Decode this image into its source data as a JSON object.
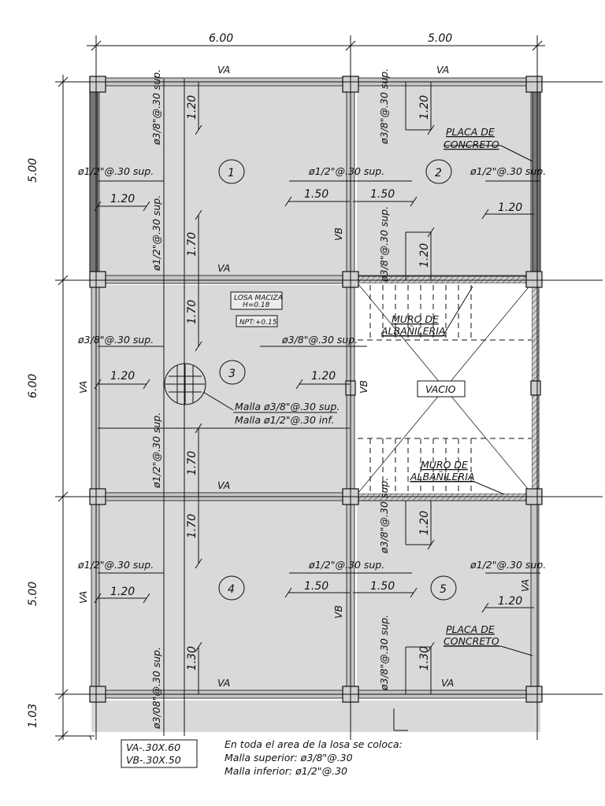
{
  "dimensions": {
    "top_span_1": "6.00",
    "top_span_2": "5.00",
    "left_span_1": "5.00",
    "left_span_2": "6.00",
    "left_span_3": "5.00",
    "left_span_4": "1.03"
  },
  "slab_numbers": [
    "1",
    "2",
    "3",
    "4",
    "5"
  ],
  "beams": {
    "va": "VA",
    "vb": "VB"
  },
  "rebar": {
    "bar_3_8": "ø3/8\"@.30 sup.",
    "bar_1_2": "ø1/2\"@.30 sup.",
    "bar_3_08": "ø3/08\"@.30 sup."
  },
  "lengths": {
    "l120": "1.20",
    "l150": "1.50",
    "l170": "1.70",
    "l130": "1.30"
  },
  "labels": {
    "placa_1": "PLACA DE",
    "placa_2": "CONCRETO",
    "muro_1": "MURO DE",
    "muro_2": "ALBAÑILERIA",
    "vacio": "VACIO",
    "losa_1": "LOSA MACIZA",
    "losa_2": "H=0.18",
    "npt": "NPT:+0.15",
    "malla_sup": "Malla ø3/8\"@.30 sup.",
    "malla_inf": "Malla ø1/2\"@.30 inf."
  },
  "legend": {
    "va": "VA-.30X.60",
    "vb": "VB-.30X.50"
  },
  "notes": {
    "line1": "En toda el area de la losa se coloca:",
    "line2": "Malla superior: ø3/8\"@.30",
    "line3": "Malla inferior: ø1/2\"@.30"
  }
}
